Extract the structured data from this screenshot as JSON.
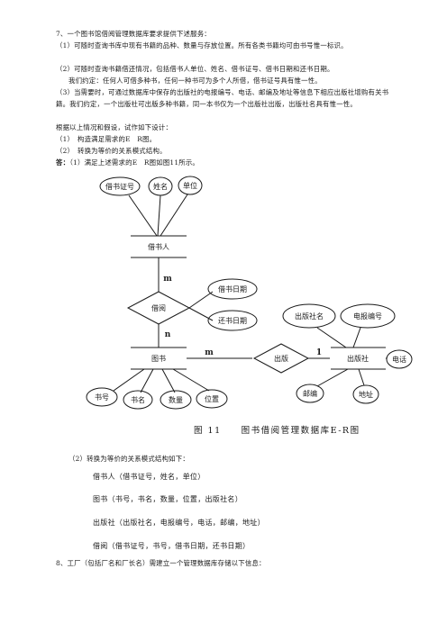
{
  "problem7": {
    "title": "7、一个图书馆借阅管理数据库要求提供下述服务：",
    "item1": "（1）可随时查询书库中现有书籍的品种、数量与存放位置。所有各类书籍均可由书号惟一标识。",
    "item2a": "（2）可随时查询书籍借还情况，包括借书人单位、姓名、借书证号、借书日期和还书日期。",
    "item2b": "我们约定：任何人可借多种书，任何一种书可为多个人所借，借书证号具有惟一性。",
    "item3": "（3）当需要时，可通过数据库中保存的出版社的电报编号、电话、邮编及地址等信息下相应出版社增购有关书籍。我们约定，一个出版社可出版多种书籍，同一本书仅为一个出版社出版，出版社名具有惟一性。",
    "assume": "根据以上情况和假设，试作如下设计：",
    "task1": "（1）　构造满足需求的E　R图。",
    "task2": "（2）　转换为等价的关系模式结构。",
    "answer_label": "答：",
    "answer_text": "（1）满足上述需求的E　R图如图11所示。"
  },
  "er": {
    "borrower": "借书人",
    "borrower_attrs": [
      "借书证号",
      "姓名",
      "单位"
    ],
    "borrow_rel": "借阅",
    "borrow_attrs": [
      "借书日期",
      "还书日期"
    ],
    "book": "图书",
    "book_attrs": [
      "书号",
      "书名",
      "数量",
      "位置"
    ],
    "publish_rel": "出版",
    "publisher": "出版社",
    "publisher_attrs": [
      "出版社名",
      "电报编号",
      "电话",
      "邮编",
      "地址"
    ],
    "card_m1": "m",
    "card_n": "n",
    "card_m2": "m",
    "card_1": "1"
  },
  "caption": "图 11　　图书借阅管理数据库E-R图",
  "schema": {
    "intro": "（2）转换为等价的关系模式结构如下：",
    "r1": "借书人（借书证号，姓名，单位）",
    "r2": "图书（书号，书名，数量，位置，出版社名）",
    "r3": "出版社（出版社名，电报编号，电话，邮编，地址）",
    "r4": "借阅（借书证号，书号，借书日期，还书日期）"
  },
  "problem8": {
    "title": "8、工厂（包括厂名和厂长名）需建立一个管理数据库存储以下信息："
  }
}
